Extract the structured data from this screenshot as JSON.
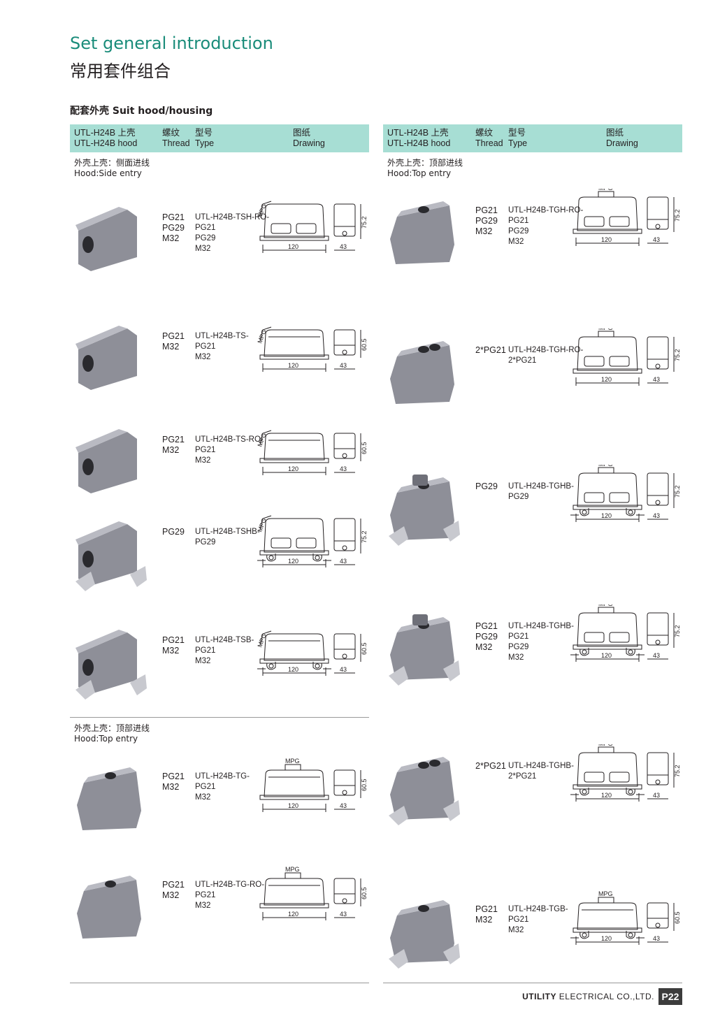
{
  "title_en": "Set general introduction",
  "title_cn": "常用套件组合",
  "section_title": "配套外壳  Suit hood/housing",
  "header": {
    "model_cn": "UTL-H24B 上壳",
    "model_en": "UTL-H24B hood",
    "thread_cn": "螺纹",
    "thread_en": "Thread",
    "type_cn": "型号",
    "type_en": "Type",
    "drawing_cn": "图纸",
    "drawing_en": "Drawing"
  },
  "groups": {
    "left_side_cn": "外壳上壳：侧面进线",
    "left_side_en": "Hood:Side entry",
    "left_top_cn": "外壳上壳：顶部进线",
    "left_top_en": "Hood:Top entry",
    "right_top_cn": "外壳上壳：顶部进线",
    "right_top_en": "Hood:Top entry"
  },
  "left_items": [
    {
      "thread": "PG21\nPG29\nM32",
      "type": "UTL-H24B-TSH-RO-\nPG21\nPG29\nM32",
      "height_label": "75.2",
      "mpg": "MPG"
    },
    {
      "thread": "PG21\nM32",
      "type": "UTL-H24B-TS-\nPG21\nM32",
      "height_label": "60.5",
      "mpg": "MPG"
    },
    {
      "thread": "PG21\nM32",
      "type": "UTL-H24B-TS-RO-\nPG21\nM32",
      "height_label": "60.5",
      "mpg": "MPG"
    },
    {
      "thread": "PG29",
      "type": "UTL-H24B-TSHB-\nPG29",
      "height_label": "75.2",
      "mpg": "MPG"
    },
    {
      "thread": "PG21\nM32",
      "type": "UTL-H24B-TSB-\nPG21\nM32",
      "height_label": "60.5",
      "mpg": "MPG"
    },
    {
      "thread": "PG21\nM32",
      "type": "UTL-H24B-TG-\nPG21\nM32",
      "height_label": "60.5",
      "mpg": "MPG"
    },
    {
      "thread": "PG21\nM32",
      "type": "UTL-H24B-TG-RO-\nPG21\nM32",
      "height_label": "60.5",
      "mpg": "MPG"
    }
  ],
  "right_items": [
    {
      "thread": "PG21\nPG29\nM32",
      "type": "UTL-H24B-TGH-RO-\nPG21\nPG29\nM32",
      "height_label": "75.2",
      "mpg": "MPG"
    },
    {
      "thread": "2*PG21",
      "type": "UTL-H24B-TGH-RO-\n2*PG21",
      "height_label": "75.2",
      "mpg": "MPG"
    },
    {
      "thread": "PG29",
      "type": "UTL-H24B-TGHB-\nPG29",
      "height_label": "75.2",
      "mpg": "MPG"
    },
    {
      "thread": "PG21\nPG29\nM32",
      "type": "UTL-H24B-TGHB-\nPG21\nPG29\nM32",
      "height_label": "75.2",
      "mpg": "MPG"
    },
    {
      "thread": "2*PG21",
      "type": "UTL-H24B-TGHB-\n2*PG21",
      "height_label": "75.2",
      "mpg": "MPG"
    },
    {
      "thread": "PG21\nM32",
      "type": "UTL-H24B-TGB-\nPG21\nM32",
      "height_label": "60.5",
      "mpg": "MPG"
    }
  ],
  "dims": {
    "width": "120",
    "depth": "43"
  },
  "footer": {
    "company_bold": "UTILITY",
    "company_rest": " ELECTRICAL CO.,LTD.",
    "page": "P22"
  }
}
